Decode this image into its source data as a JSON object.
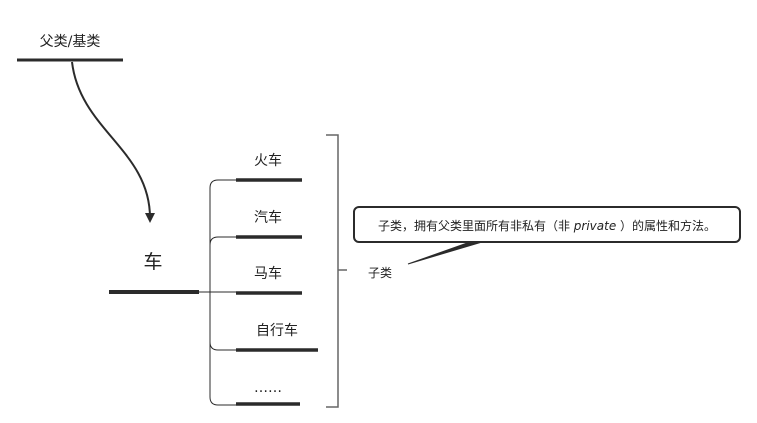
{
  "parent": {
    "label": "父类/基类"
  },
  "root": {
    "label": "车"
  },
  "children": [
    {
      "label": "火车"
    },
    {
      "label": "汽车"
    },
    {
      "label": "马车"
    },
    {
      "label": "自行车"
    },
    {
      "label": "……"
    }
  ],
  "group": {
    "label": "子类"
  },
  "callout": {
    "text_before": "子类，拥有父类里面所有非私有（非 ",
    "text_italic": "private",
    "text_after": " ）的属性和方法。"
  },
  "colors": {
    "line": "#2b2b2b",
    "bracket": "#666666"
  }
}
